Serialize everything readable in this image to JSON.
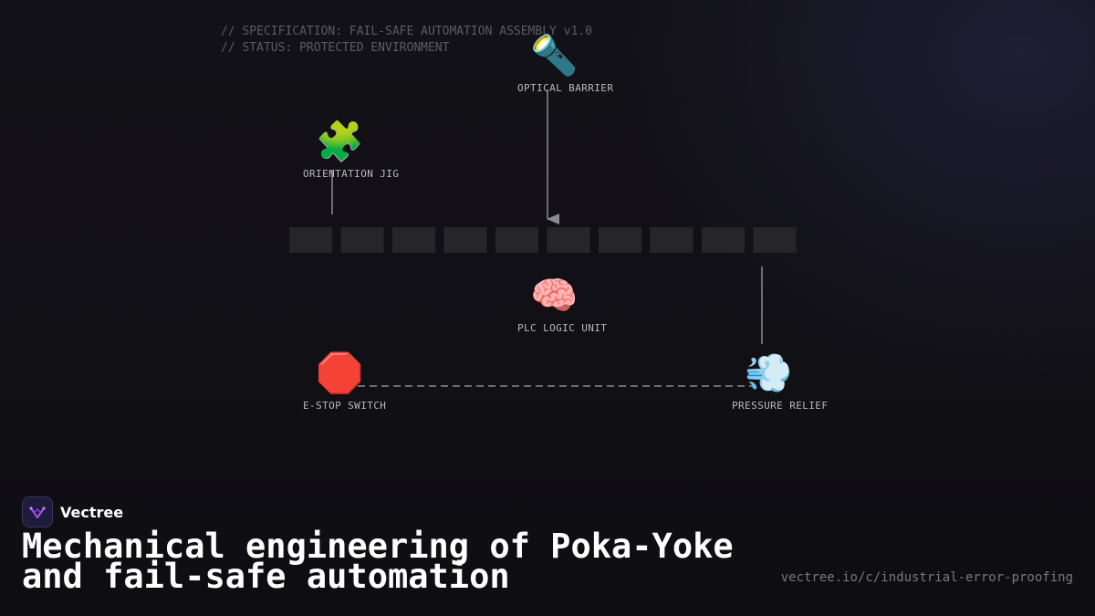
{
  "spec": {
    "line1": "// SPECIFICATION: FAIL-SAFE AUTOMATION ASSEMBLY v1.0",
    "line2": "// STATUS: PROTECTED ENVIRONMENT"
  },
  "diagram": {
    "conveyor_slots": 10,
    "nodes": {
      "optical_barrier": {
        "icon": "🔦",
        "icon_name": "flashlight-icon",
        "label": "OPTICAL BARRIER"
      },
      "orientation_jig": {
        "icon": "🧩",
        "icon_name": "puzzle-piece-icon",
        "label": "ORIENTATION JIG"
      },
      "plc_logic_unit": {
        "icon": "🧠",
        "icon_name": "brain-icon",
        "label": "PLC LOGIC UNIT"
      },
      "estop_switch": {
        "icon": "🛑",
        "icon_name": "stop-sign-icon",
        "label": "E-STOP SWITCH"
      },
      "pressure_relief": {
        "icon": "💨",
        "icon_name": "dash-wind-icon",
        "label": "PRESSURE RELIEF"
      }
    },
    "colors": {
      "connector": "#8a8a8f",
      "slot": "#262628",
      "label": "#b9b9bd"
    }
  },
  "footer": {
    "brand": "Vectree",
    "title_line1": "Mechanical engineering of Poka-Yoke",
    "title_line2": "and fail-safe automation",
    "url": "vectree.io/c/industrial-error-proofing"
  }
}
